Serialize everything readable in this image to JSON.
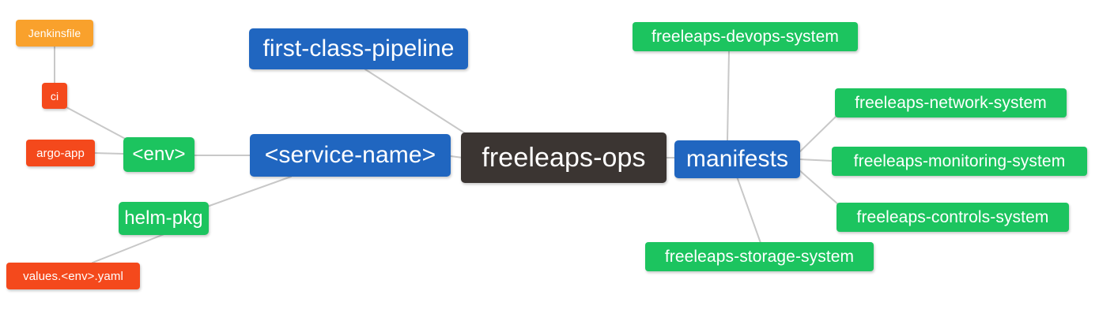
{
  "diagram": {
    "title": "freeleaps-ops",
    "type": "mindmap",
    "background": "#ffffff",
    "edge_color": "#c8c8c8"
  },
  "palette": {
    "root_dark": "#3b3532",
    "blue": "#2066c0",
    "green": "#1cc45f",
    "orange": "#f9a12c",
    "red": "#f4491c",
    "text": "#ffffff"
  },
  "nodes": {
    "root": {
      "label": "freeleaps-ops",
      "color": "#3b3532"
    },
    "service_name": {
      "label": "<service-name>",
      "color": "#2066c0"
    },
    "first_class_pipeline": {
      "label": "first-class-pipeline",
      "color": "#2066c0"
    },
    "manifests": {
      "label": "manifests",
      "color": "#2066c0"
    },
    "env": {
      "label": "<env>",
      "color": "#1cc45f"
    },
    "helm_pkg": {
      "label": "helm-pkg",
      "color": "#1cc45f"
    },
    "jenkinsfile": {
      "label": "Jenkinsfile",
      "color": "#f9a12c"
    },
    "ci": {
      "label": "ci",
      "color": "#f4491c"
    },
    "argo_app": {
      "label": "argo-app",
      "color": "#f4491c"
    },
    "values_yaml": {
      "label": "values.<env>.yaml",
      "color": "#f4491c"
    },
    "devops_system": {
      "label": "freeleaps-devops-system",
      "color": "#1cc45f"
    },
    "network_system": {
      "label": "freeleaps-network-system",
      "color": "#1cc45f"
    },
    "monitoring_system": {
      "label": "freeleaps-monitoring-system",
      "color": "#1cc45f"
    },
    "controls_system": {
      "label": "freeleaps-controls-system",
      "color": "#1cc45f"
    },
    "storage_system": {
      "label": "freeleaps-storage-system",
      "color": "#1cc45f"
    }
  },
  "edges": [
    {
      "from": "root",
      "to": "service_name"
    },
    {
      "from": "root",
      "to": "manifests"
    },
    {
      "from": "service_name",
      "to": "first_class_pipeline"
    },
    {
      "from": "service_name",
      "to": "env"
    },
    {
      "from": "service_name",
      "to": "helm_pkg"
    },
    {
      "from": "env",
      "to": "ci"
    },
    {
      "from": "env",
      "to": "argo_app"
    },
    {
      "from": "ci",
      "to": "jenkinsfile"
    },
    {
      "from": "helm_pkg",
      "to": "values_yaml"
    },
    {
      "from": "manifests",
      "to": "devops_system"
    },
    {
      "from": "manifests",
      "to": "network_system"
    },
    {
      "from": "manifests",
      "to": "monitoring_system"
    },
    {
      "from": "manifests",
      "to": "controls_system"
    },
    {
      "from": "manifests",
      "to": "storage_system"
    }
  ]
}
